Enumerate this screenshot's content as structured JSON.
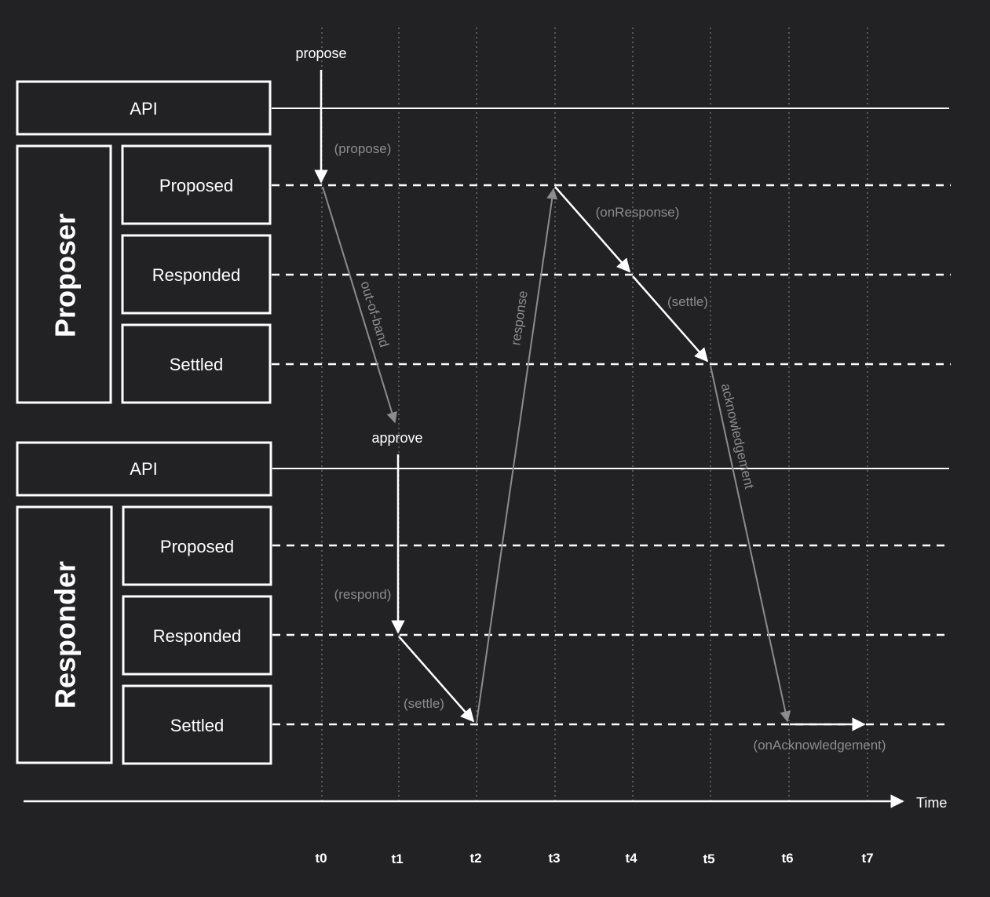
{
  "proposer": {
    "group_label": "Proposer",
    "api_label": "API",
    "states": [
      "Proposed",
      "Responded",
      "Settled"
    ]
  },
  "responder": {
    "group_label": "Responder",
    "api_label": "API",
    "states": [
      "Proposed",
      "Responded",
      "Settled"
    ]
  },
  "time_axis": {
    "label": "Time",
    "ticks": [
      "t0",
      "t1",
      "t2",
      "t3",
      "t4",
      "t5",
      "t6",
      "t7"
    ]
  },
  "api_calls": {
    "propose": "propose",
    "approve": "approve"
  },
  "transitions": {
    "propose_internal": "(propose)",
    "out_of_band": "out-of-band",
    "respond": "(respond)",
    "responder_settle": "(settle)",
    "response": "response",
    "on_response": "(onResponse)",
    "proposer_settle": "(settle)",
    "acknowledgement": "acknowledgement",
    "on_acknowledgement": "(onAcknowledgement)"
  },
  "colors": {
    "background": "#222224",
    "primary": "#ffffff",
    "secondary": "#8c8c8c"
  }
}
